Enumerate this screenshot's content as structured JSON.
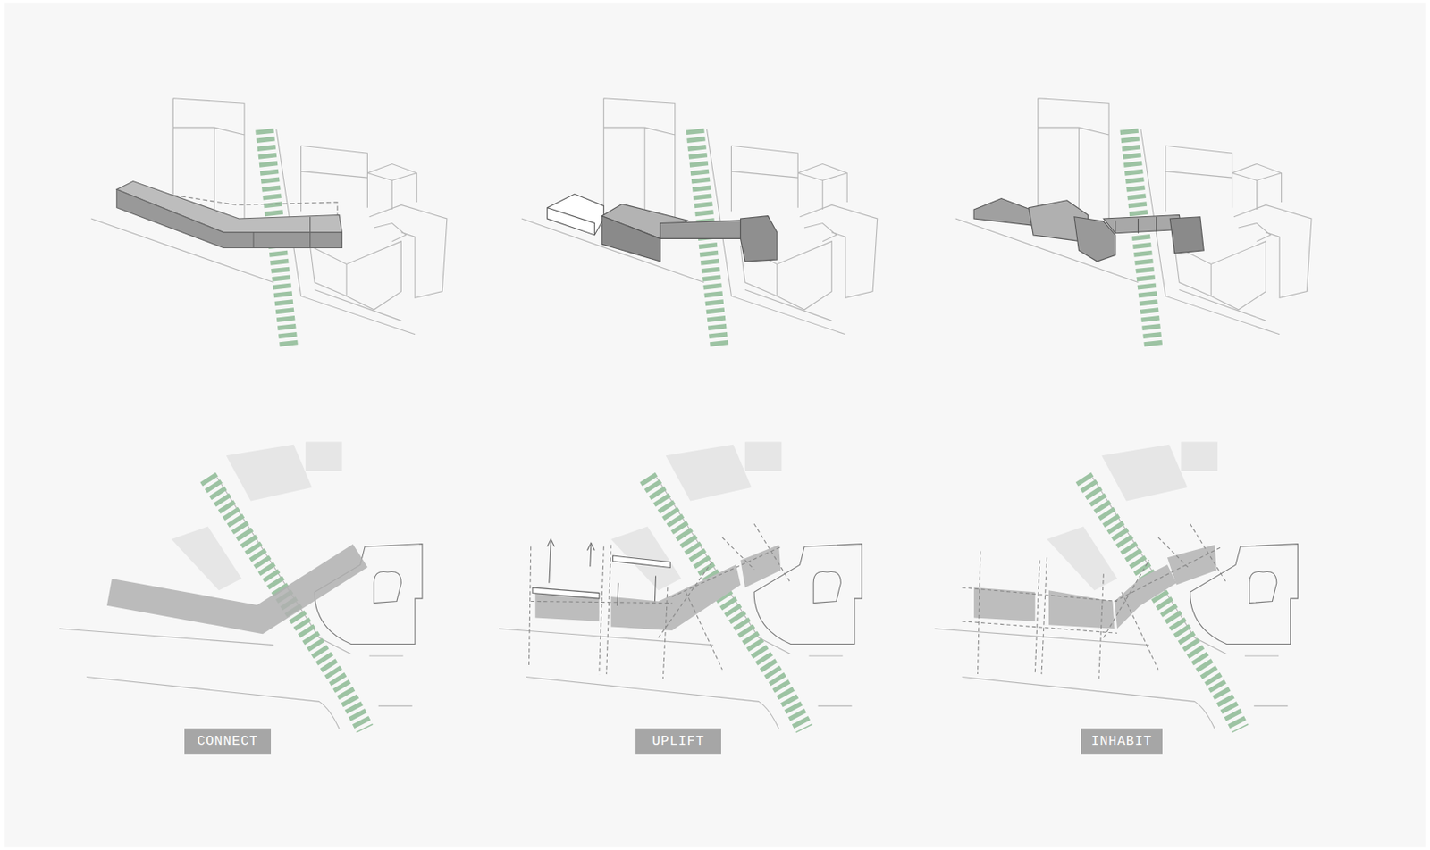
{
  "diagram": {
    "nodes": [
      {
        "text": [
          "CONNECT"
        ]
      },
      {
        "text": [
          "UPLIFT"
        ]
      },
      {
        "text": [
          "INHABIT"
        ]
      }
    ]
  }
}
